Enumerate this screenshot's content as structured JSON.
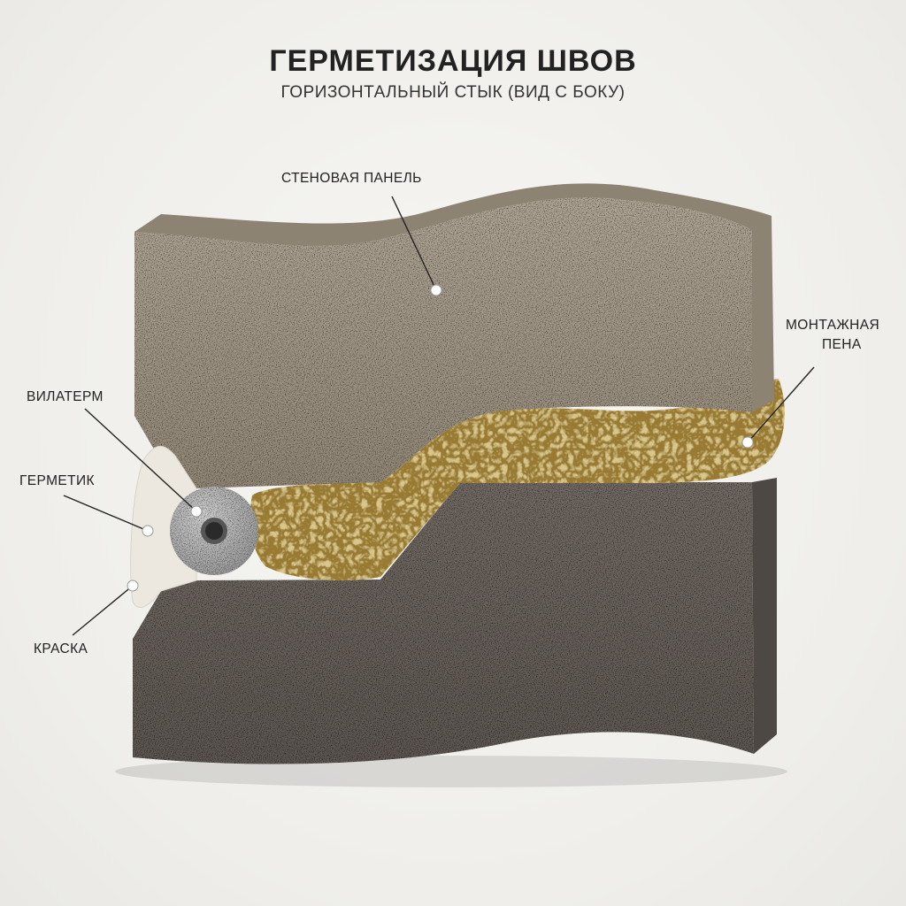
{
  "title": "ГЕРМЕТИЗАЦИЯ ШВОВ",
  "subtitle": "ГОРИЗОНТАЛЬНЫЙ СТЫК (ВИД С БОКУ)",
  "labels": {
    "wall_panel": "СТЕНОВАЯ ПАНЕЛЬ",
    "foam_line1": "МОНТАЖНАЯ",
    "foam_line2": "ПЕНА",
    "vilaterm": "ВИЛАТЕРМ",
    "sealant": "ГЕРМЕТИК",
    "paint": "КРАСКА"
  },
  "colors": {
    "upper_panel": "#a49a8a",
    "lower_panel": "#6c6560",
    "foam": "#d8c58a",
    "vilaterm": "#bdbdbd",
    "sealant": "#ece8e0",
    "leader_line": "#222222"
  }
}
